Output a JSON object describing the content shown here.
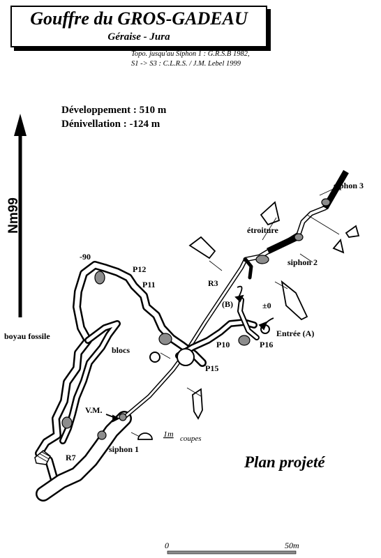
{
  "title": {
    "name": "Gouffre du GROS-GADEAU",
    "location": "Géraise - Jura"
  },
  "credits": {
    "line1": "Topo. jusqu'au Siphon 1 :  G.R.S.B 1982,",
    "line2": "S1 -> S3 : C.L.R.S. / J.M. Lebel 1999"
  },
  "stats": {
    "development": "Développement : 510 m",
    "elevation": "Dénivellation : -124 m"
  },
  "north": {
    "label": "Nm99"
  },
  "labels": {
    "siphon3": "siphon 3",
    "etroiture": "étroiture",
    "siphon2": "siphon 2",
    "r3": "R3",
    "b": "(B)",
    "zero": "±0",
    "entree": "Entrée (A)",
    "p10": "P10",
    "p16": "P16",
    "p15": "P15",
    "m90": "-90",
    "p12": "P12",
    "p11": "P11",
    "boyau": "boyau fossile",
    "blocs": "blocs",
    "vm": "V.M.",
    "r7": "R7",
    "siphon1": "siphon 1"
  },
  "sections_legend": {
    "scale": "1m",
    "label": "coupes"
  },
  "view": "Plan projeté",
  "scale_bar": {
    "start": "0",
    "end": "50m"
  },
  "colors": {
    "ink": "#000000",
    "fill": "#8c8c8c",
    "paper": "#ffffff"
  }
}
